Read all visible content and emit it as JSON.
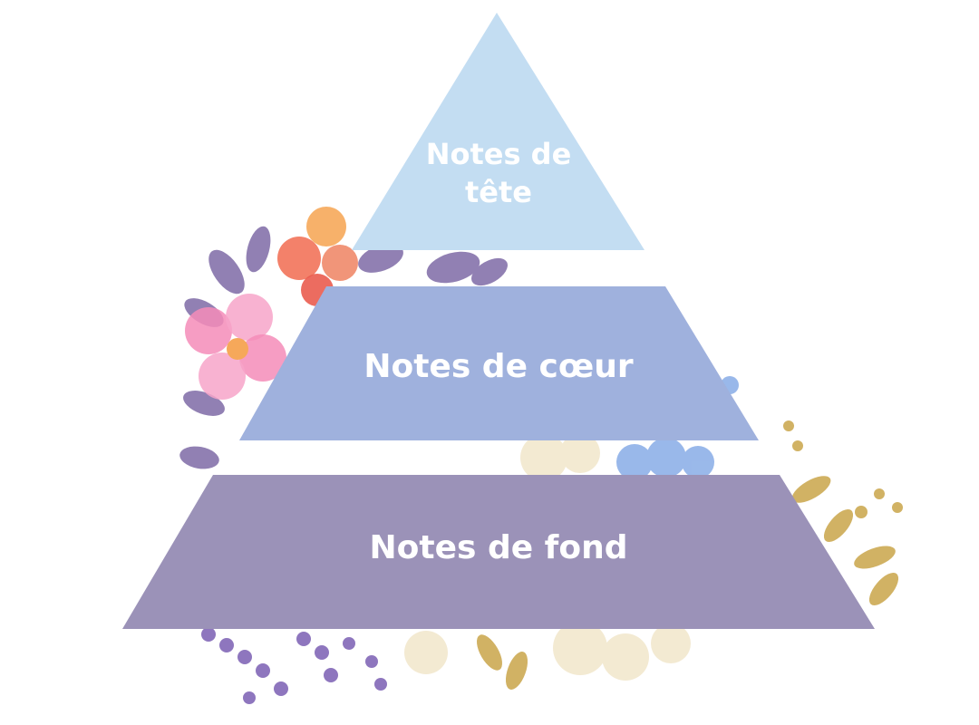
{
  "pyramid": {
    "top": {
      "label": "Notes de tête",
      "color": "#c3ddf2"
    },
    "middle": {
      "label": "Notes de cœur",
      "color": "#9fb1dd"
    },
    "bottom": {
      "label": "Notes de fond",
      "color": "#9b92b8"
    }
  },
  "decoration": {
    "description_icons": [
      "flower-icon",
      "leaf-icon",
      "lavender-icon"
    ],
    "colors": {
      "pink": "#f58cb8",
      "coral": "#f2735a",
      "orange": "#f6a85a",
      "purple_leaf": "#7e6aa6",
      "lavender": "#7b5fb3",
      "cream": "#f3ead2",
      "blue_flower": "#8fb1e8",
      "gold_leaf": "#c9a448"
    }
  }
}
